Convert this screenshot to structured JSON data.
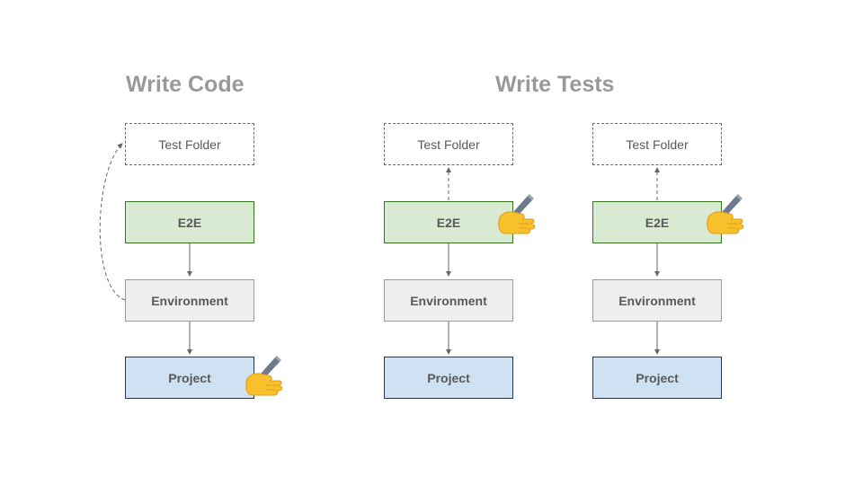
{
  "headings": {
    "left": "Write Code",
    "right": "Write Tests"
  },
  "columns": [
    {
      "test_folder": "Test Folder",
      "e2e": "E2E",
      "environment": "Environment",
      "project": "Project",
      "edit_marker_on": "project"
    },
    {
      "test_folder": "Test Folder",
      "e2e": "E2E",
      "environment": "Environment",
      "project": "Project",
      "edit_marker_on": "e2e"
    },
    {
      "test_folder": "Test Folder",
      "e2e": "E2E",
      "environment": "Environment",
      "project": "Project",
      "edit_marker_on": "e2e"
    }
  ],
  "colors": {
    "heading": "#999999",
    "e2e_fill": "#d9ead3",
    "e2e_border": "#38761d",
    "environment_fill": "#efefef",
    "project_fill": "#cfe2f3",
    "project_border": "#1f3864",
    "arrow": "#666666"
  },
  "icons": {
    "edit_marker": "writing-hand-icon"
  }
}
